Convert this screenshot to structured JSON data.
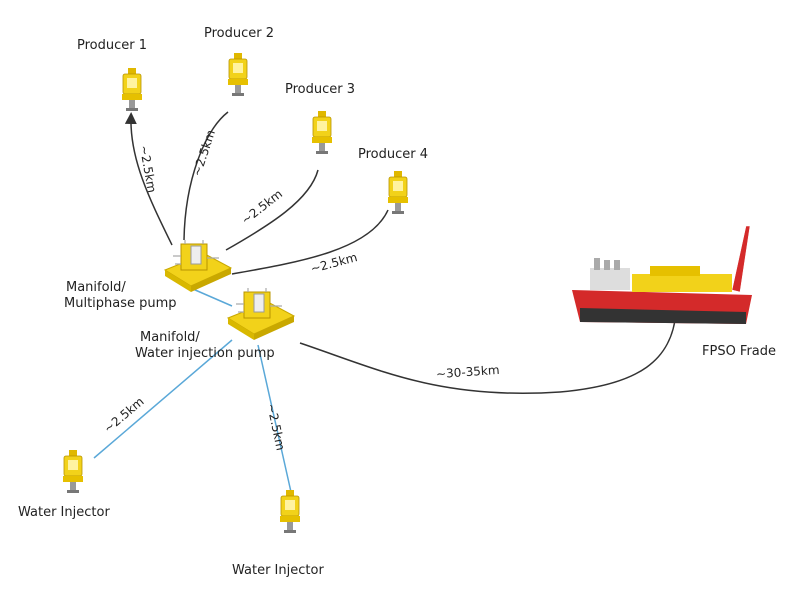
{
  "nodes": {
    "producer_1": "Producer 1",
    "producer_2": "Producer 2",
    "producer_3": "Producer 3",
    "producer_4": "Producer 4",
    "manifold_1_line1": "Manifold/",
    "manifold_1_line2": "Multiphase pump",
    "manifold_2_line1": "Manifold/",
    "manifold_2_line2": "Water injection pump",
    "water_injector_1": "Water Injector",
    "water_injector_2": "Water Injector",
    "fpso": "FPSO Frade"
  },
  "distances": {
    "p1": "~2.5km",
    "p2": "~2.5km",
    "p3": "~2.5km",
    "p4": "~2.5km",
    "wi1": "~2.5km",
    "wi2": "~2.5km",
    "fpso": "~30-35km"
  },
  "colors": {
    "production_line": "#333333",
    "injection_line": "#5aa8d8",
    "equipment": "#f2d21a",
    "hull": "#d42a2a"
  }
}
